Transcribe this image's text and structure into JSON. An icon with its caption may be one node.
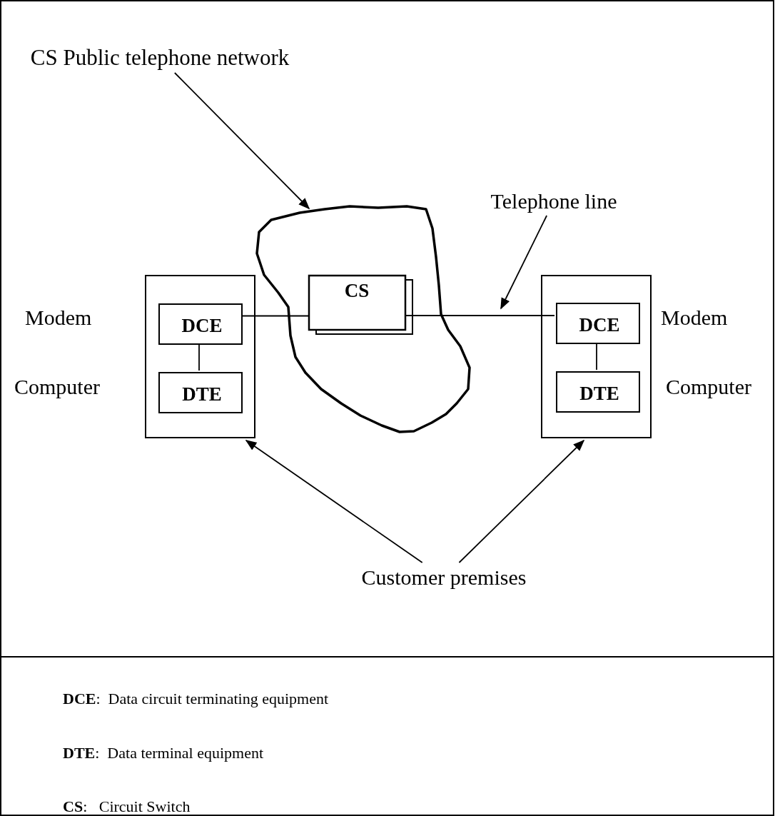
{
  "diagram": {
    "nodes": [
      {
        "text": [
          "CS Public telephone network"
        ]
      },
      {
        "text": [],
        "shape": "cloud"
      },
      {
        "text": [],
        "shape": "box"
      },
      {
        "text": [
          "DCE"
        ],
        "in": 2
      },
      {
        "text": [
          "DTE"
        ],
        "in": 2
      },
      {
        "text": [
          "CS"
        ],
        "in": 1
      },
      {
        "text": [
          "Telephone line"
        ]
      },
      {
        "text": [],
        "shape": "box"
      },
      {
        "text": [
          "DCE"
        ],
        "in": 7
      },
      {
        "text": [
          "DTE"
        ],
        "in": 7
      },
      {
        "text": [
          "Customer premises"
        ]
      }
    ],
    "edges": [
      {
        "from": 0,
        "to": 1,
        "arrow": "to"
      },
      {
        "from": 3,
        "to": 5,
        "arrow": "none"
      },
      {
        "from": 5,
        "to": 8,
        "arrow": "none"
      },
      {
        "from": 3,
        "to": 4,
        "arrow": "none"
      },
      {
        "from": 8,
        "to": 9,
        "arrow": "none"
      },
      {
        "from": 6,
        "to": null,
        "arrow": "to"
      },
      {
        "from": 10,
        "to": 2,
        "arrow": "to"
      },
      {
        "from": 10,
        "to": 7,
        "arrow": "to"
      }
    ],
    "labels": [
      "Modem",
      "Computer",
      "Modem",
      "Computer",
      "**DCE**:  Data circuit terminating equipment",
      "**DTE**:  Data terminal equipment",
      "**CS**:   Circuit Switch"
    ]
  }
}
